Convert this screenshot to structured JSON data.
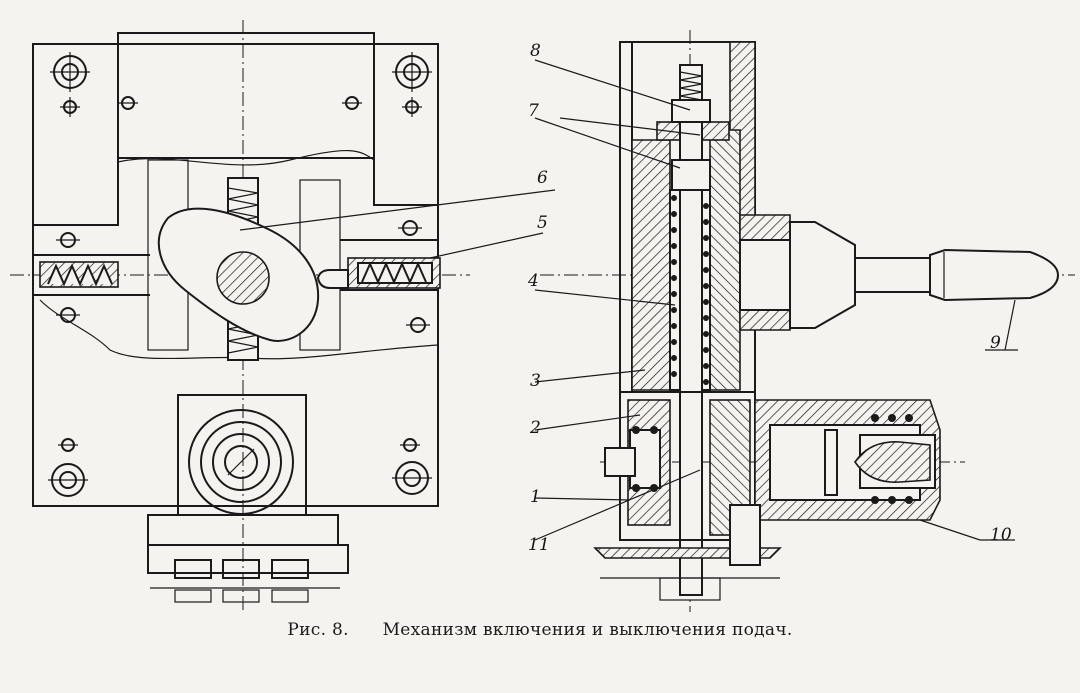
{
  "labels": {
    "l1": "1",
    "l2": "2",
    "l3": "3",
    "l4": "4",
    "l5": "5",
    "l6": "6",
    "l7": "7",
    "l8": "8",
    "l9": "9",
    "l10": "10",
    "l11": "11"
  },
  "caption": {
    "figure_number": "Рис. 8.",
    "title": "Механизм включения и выключения подач."
  }
}
